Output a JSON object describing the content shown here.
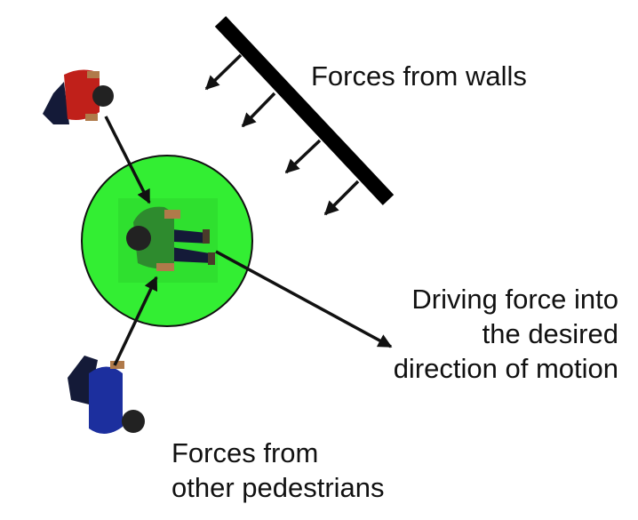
{
  "labels": {
    "walls": "Forces from walls",
    "driving": [
      "Driving force into",
      "the desired",
      "direction of motion"
    ],
    "pedestrians": [
      "Forces from",
      "other pedestrians"
    ]
  },
  "colors": {
    "circle": "#33ee33",
    "circle_stroke": "#111111",
    "wall": "#000000",
    "arrow": "#111111",
    "pedestrian_center": "#2e8b2e",
    "pedestrian_top": "#c0201a",
    "pedestrian_bottom": "#1c2f9e",
    "hair": "#222222",
    "pants": "#141a38"
  },
  "icons": [
    "wall",
    "pedestrian",
    "arrow"
  ]
}
